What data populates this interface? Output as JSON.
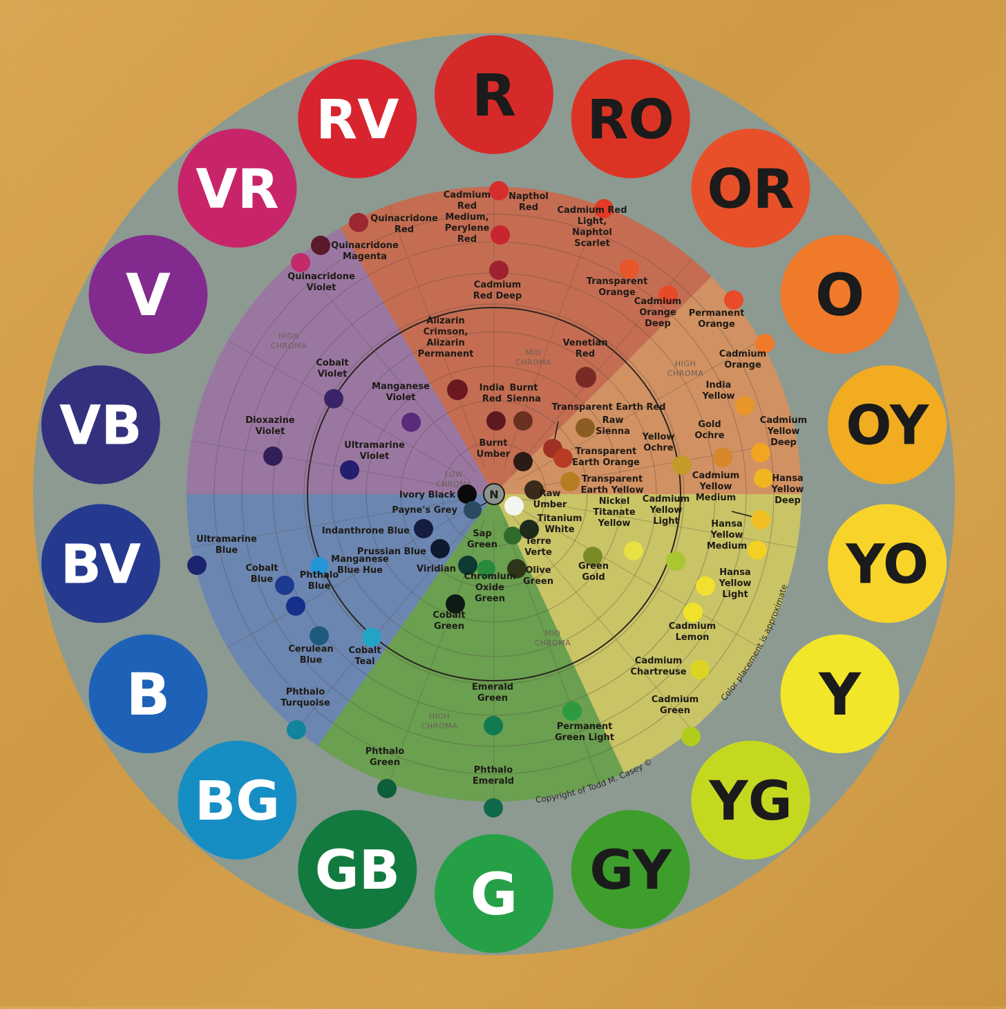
{
  "hues": [
    {
      "label": "R",
      "color": "#d62a2a",
      "text": "#1b1b1b"
    },
    {
      "label": "RO",
      "color": "#dc3424",
      "text": "#1b1b1b"
    },
    {
      "label": "OR",
      "color": "#e8502a",
      "text": "#1b1b1b"
    },
    {
      "label": "O",
      "color": "#ef7a2a",
      "text": "#1b1b1b"
    },
    {
      "label": "OY",
      "color": "#f2ac22",
      "text": "#1b1b1b"
    },
    {
      "label": "YO",
      "color": "#f8d42a",
      "text": "#1b1b1b"
    },
    {
      "label": "Y",
      "color": "#f2e62a",
      "text": "#1b1b1b"
    },
    {
      "label": "YG",
      "color": "#c4d820",
      "text": "#1b1b1b"
    },
    {
      "label": "GY",
      "color": "#3e9e2c",
      "text": "#1b1b1b"
    },
    {
      "label": "G",
      "color": "#26a046",
      "text": "#ffffff"
    },
    {
      "label": "GB",
      "color": "#127a3e",
      "text": "#ffffff"
    },
    {
      "label": "BG",
      "color": "#168ec4",
      "text": "#ffffff"
    },
    {
      "label": "B",
      "color": "#1e62b8",
      "text": "#ffffff"
    },
    {
      "label": "BV",
      "color": "#253a8e",
      "text": "#ffffff"
    },
    {
      "label": "VB",
      "color": "#33307e",
      "text": "#ffffff"
    },
    {
      "label": "V",
      "color": "#832a8e",
      "text": "#ffffff"
    },
    {
      "label": "VR",
      "color": "#c8246a",
      "text": "#ffffff"
    },
    {
      "label": "RV",
      "color": "#d8242e",
      "text": "#ffffff"
    }
  ],
  "sectors": [
    {
      "name": "red",
      "color": "#c46d52"
    },
    {
      "name": "orange",
      "color": "#d19162"
    },
    {
      "name": "yellow",
      "color": "#c9c466"
    },
    {
      "name": "green",
      "color": "#6aa050"
    },
    {
      "name": "blue",
      "color": "#6b86b0"
    },
    {
      "name": "violet",
      "color": "#9a77a0"
    }
  ],
  "chroma_labels": [
    {
      "line1": "HIGH",
      "line2": "CHROMA"
    },
    {
      "line1": "MID",
      "line2": "CHROMA"
    },
    {
      "line1": "HIGH",
      "line2": "CHROMA"
    },
    {
      "line1": "LOW",
      "line2": "CHROMA"
    },
    {
      "line1": "MID",
      "line2": "CHROMA"
    },
    {
      "line1": "HIGH",
      "line2": "CHROMA"
    }
  ],
  "center_label": "N",
  "pigments": [
    {
      "name": [
        "Napthol",
        "Red"
      ],
      "color": "#d72d2e"
    },
    {
      "name": [
        "Quinacridone",
        "Red"
      ],
      "color": "#9c2832"
    },
    {
      "name": [
        "Quinacridone",
        "Magenta"
      ],
      "color": "#5a1a2a"
    },
    {
      "name": [
        "Quinacridone",
        "Violet"
      ],
      "color": "#c22a6a"
    },
    {
      "name": [
        "Cadmium",
        "Red",
        "Medium,",
        "Perylene",
        "Red"
      ],
      "color": "#c72530"
    },
    {
      "name": [
        "Cadmium",
        "Red Deep"
      ],
      "color": "#9e2230"
    },
    {
      "name": [
        "Cadmium Red",
        "Light,",
        "Naphtol",
        "Scarlet"
      ],
      "color": "#e23a26"
    },
    {
      "name": [
        "Transparent",
        "Orange"
      ],
      "color": "#e85528"
    },
    {
      "name": [
        "Cadmium",
        "Orange",
        "Deep"
      ],
      "color": "#e64a28"
    },
    {
      "name": [
        "Permanent",
        "Orange"
      ],
      "color": "#e84a2a"
    },
    {
      "name": [
        "Cadmium",
        "Orange"
      ],
      "color": "#f07a2a"
    },
    {
      "name": [
        "Alizarin",
        "Crimson,",
        "Alizarin",
        "Permanent"
      ],
      "color": "#6c1820"
    },
    {
      "name": [
        "Venetian",
        "Red"
      ],
      "color": "#7a2a24"
    },
    {
      "name": [
        "India",
        "Red"
      ],
      "color": "#5e1a20"
    },
    {
      "name": [
        "Burnt",
        "Sienna"
      ],
      "color": "#6a3020"
    },
    {
      "name": [
        "Transparent Earth Red"
      ],
      "color": "#a03024"
    },
    {
      "name": [
        "Raw",
        "Sienna"
      ],
      "color": "#8a5e22"
    },
    {
      "name": [
        "Burnt",
        "Umber"
      ],
      "color": "#2c1a16"
    },
    {
      "name": [
        "Transparent",
        "Earth Orange"
      ],
      "color": "#b83c24"
    },
    {
      "name": [
        "Transparent",
        "Earth Yellow"
      ],
      "color": "#b87c22"
    },
    {
      "name": [
        "India",
        "Yellow"
      ],
      "color": "#e8962a"
    },
    {
      "name": [
        "Gold",
        "Ochre"
      ],
      "color": "#d8862a"
    },
    {
      "name": [
        "Yellow",
        "Ochre"
      ],
      "color": "#c49a28"
    },
    {
      "name": [
        "Cadmium",
        "Yellow",
        "Deep"
      ],
      "color": "#f2a522"
    },
    {
      "name": [
        "Hansa",
        "Yellow",
        "Deep"
      ],
      "color": "#f2b522"
    },
    {
      "name": [
        "Cadmium",
        "Yellow",
        "Medium"
      ],
      "color": "#f2c024"
    },
    {
      "name": [
        "Ivory Black"
      ],
      "color": "#0a0a0a"
    },
    {
      "name": [
        "Payne's Grey"
      ],
      "color": "#2a4a62"
    },
    {
      "name": [
        "Raw",
        "Umber"
      ],
      "color": "#3a2a1a"
    },
    {
      "name": [
        "Titanium",
        "White"
      ],
      "color": "#f4f4f0"
    },
    {
      "name": [
        "Indanthrone Blue"
      ],
      "color": "#141c40"
    },
    {
      "name": [
        "Prussian Blue"
      ],
      "color": "#0e1a2e"
    },
    {
      "name": [
        "Viridian"
      ],
      "color": "#0e3a34"
    },
    {
      "name": [
        "Sap",
        "Green"
      ],
      "color": "#2e6a2a"
    },
    {
      "name": [
        "Terre",
        "Verte"
      ],
      "color": "#1e2a1a"
    },
    {
      "name": [
        "Chromium",
        "Oxide",
        "Green"
      ],
      "color": "#2a8a3c"
    },
    {
      "name": [
        "Olive",
        "Green"
      ],
      "color": "#2e3418"
    },
    {
      "name": [
        "Nickel",
        "Titanate",
        "Yellow"
      ],
      "color": "#7a8a26"
    },
    {
      "name": [
        "Cadmium",
        "Yellow",
        "Light"
      ],
      "color": "#e8e044"
    },
    {
      "name": [
        "Green",
        "Gold"
      ],
      "color": "#aac630"
    },
    {
      "name": [
        "Hansa",
        "Yellow",
        "Medium"
      ],
      "color": "#f2d024"
    },
    {
      "name": [
        "Hansa",
        "Yellow",
        "Light"
      ],
      "color": "#f2e030"
    },
    {
      "name": [
        "Cadmium",
        "Lemon"
      ],
      "color": "#f0e228"
    },
    {
      "name": [
        "Cadmium",
        "Chartreuse"
      ],
      "color": "#dcd422"
    },
    {
      "name": [
        "Cadmium",
        "Green"
      ],
      "color": "#b2cc1e"
    },
    {
      "name": [
        "Ultramarine",
        "Blue"
      ],
      "color": "#1c2470"
    },
    {
      "name": [
        "Cobalt",
        "Blue"
      ],
      "color": "#1c3a90"
    },
    {
      "name": [
        "Phthalo",
        "Blue"
      ],
      "color": "#14308a"
    },
    {
      "name": [
        "Manganese",
        "Blue Hue"
      ],
      "color": "#2296d8"
    },
    {
      "name": [
        "Cerulean",
        "Blue"
      ],
      "color": "#1e5a7e"
    },
    {
      "name": [
        "Cobalt",
        "Teal"
      ],
      "color": "#22a4c4"
    },
    {
      "name": [
        "Phthalo",
        "Turquoise"
      ],
      "color": "#12849c"
    },
    {
      "name": [
        "Cobalt",
        "Green"
      ],
      "color": "#0e1a16"
    },
    {
      "name": [
        "Emerald",
        "Green"
      ],
      "color": "#127a50"
    },
    {
      "name": [
        "Permanent",
        "Green Light"
      ],
      "color": "#2e9a40"
    },
    {
      "name": [
        "Phthalo",
        "Green"
      ],
      "color": "#0e5e3a"
    },
    {
      "name": [
        "Phthalo",
        "Emerald"
      ],
      "color": "#0e6a4a"
    },
    {
      "name": [
        "Cobalt",
        "Violet"
      ],
      "color": "#3a2468"
    },
    {
      "name": [
        "Manganese",
        "Violet"
      ],
      "color": "#5a2a7c"
    },
    {
      "name": [
        "Dioxazine",
        "Violet"
      ],
      "color": "#321e5a"
    },
    {
      "name": [
        "Ultramarine",
        "Violet"
      ],
      "color": "#241e6e"
    }
  ],
  "copyright": "Copyright of Todd M. Casey ©",
  "note": "Color placement is approximate"
}
